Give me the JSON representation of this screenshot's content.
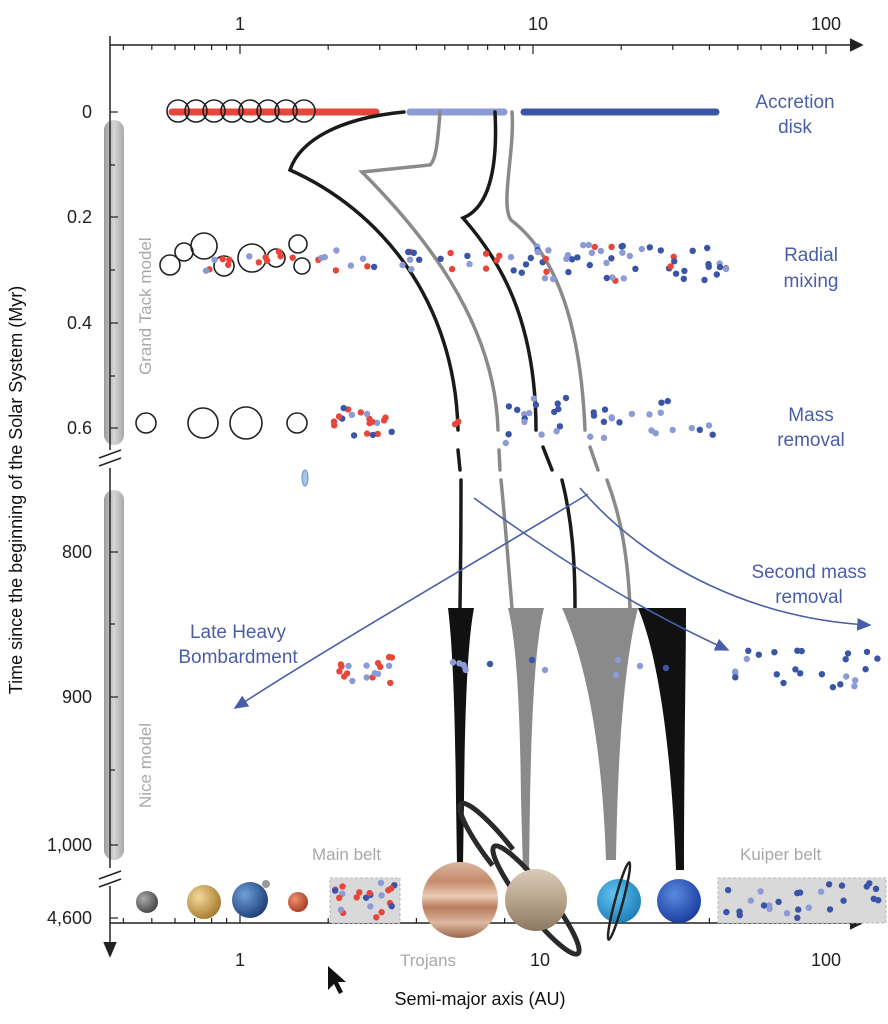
{
  "title": "",
  "colors": {
    "inner_dust": "#e8463a",
    "mid_dust": "#8c9ad6",
    "outer_dust": "#3a55a8",
    "arrow": "#4a5ea8",
    "label": "#4a5ea8",
    "model_bar": "#b8b8b8",
    "belt_box": "#d8d8d8"
  },
  "axes": {
    "x_title": "Semi-major axis (AU)",
    "y_title": "Time since the beginning of the Solar System (Myr)",
    "x_top_ticks": [
      "1",
      "10",
      "100"
    ],
    "x_bottom_ticks": [
      "1",
      "10",
      "100"
    ],
    "y_ticks_upper": [
      "0",
      "0.2",
      "0.4",
      "0.6"
    ],
    "y_ticks_lower": [
      "800",
      "900",
      "1,000"
    ],
    "y_tick_final": "4,600"
  },
  "models": {
    "upper": "Grand Tack model",
    "lower": "Nice model"
  },
  "stage_labels": {
    "accretion": [
      "Accretion",
      "disk"
    ],
    "mixing": [
      "Radial",
      "mixing"
    ],
    "removal": [
      "Mass",
      "removal"
    ],
    "second_removal": [
      "Second mass",
      "removal"
    ],
    "lhb": [
      "Late Heavy",
      "Bombardment"
    ]
  },
  "belt_labels": {
    "main": "Main belt",
    "kuiper": "Kuiper belt",
    "trojans": "Trojans"
  },
  "planets": [
    "Mercury",
    "Venus",
    "Earth",
    "Mars",
    "Jupiter",
    "Saturn",
    "Uranus",
    "Neptune"
  ],
  "icons": [
    "planetesimal-circle-icon",
    "dust-dot-icon",
    "arrow-icon",
    "cursor-icon",
    "ringed-planet-icon"
  ]
}
